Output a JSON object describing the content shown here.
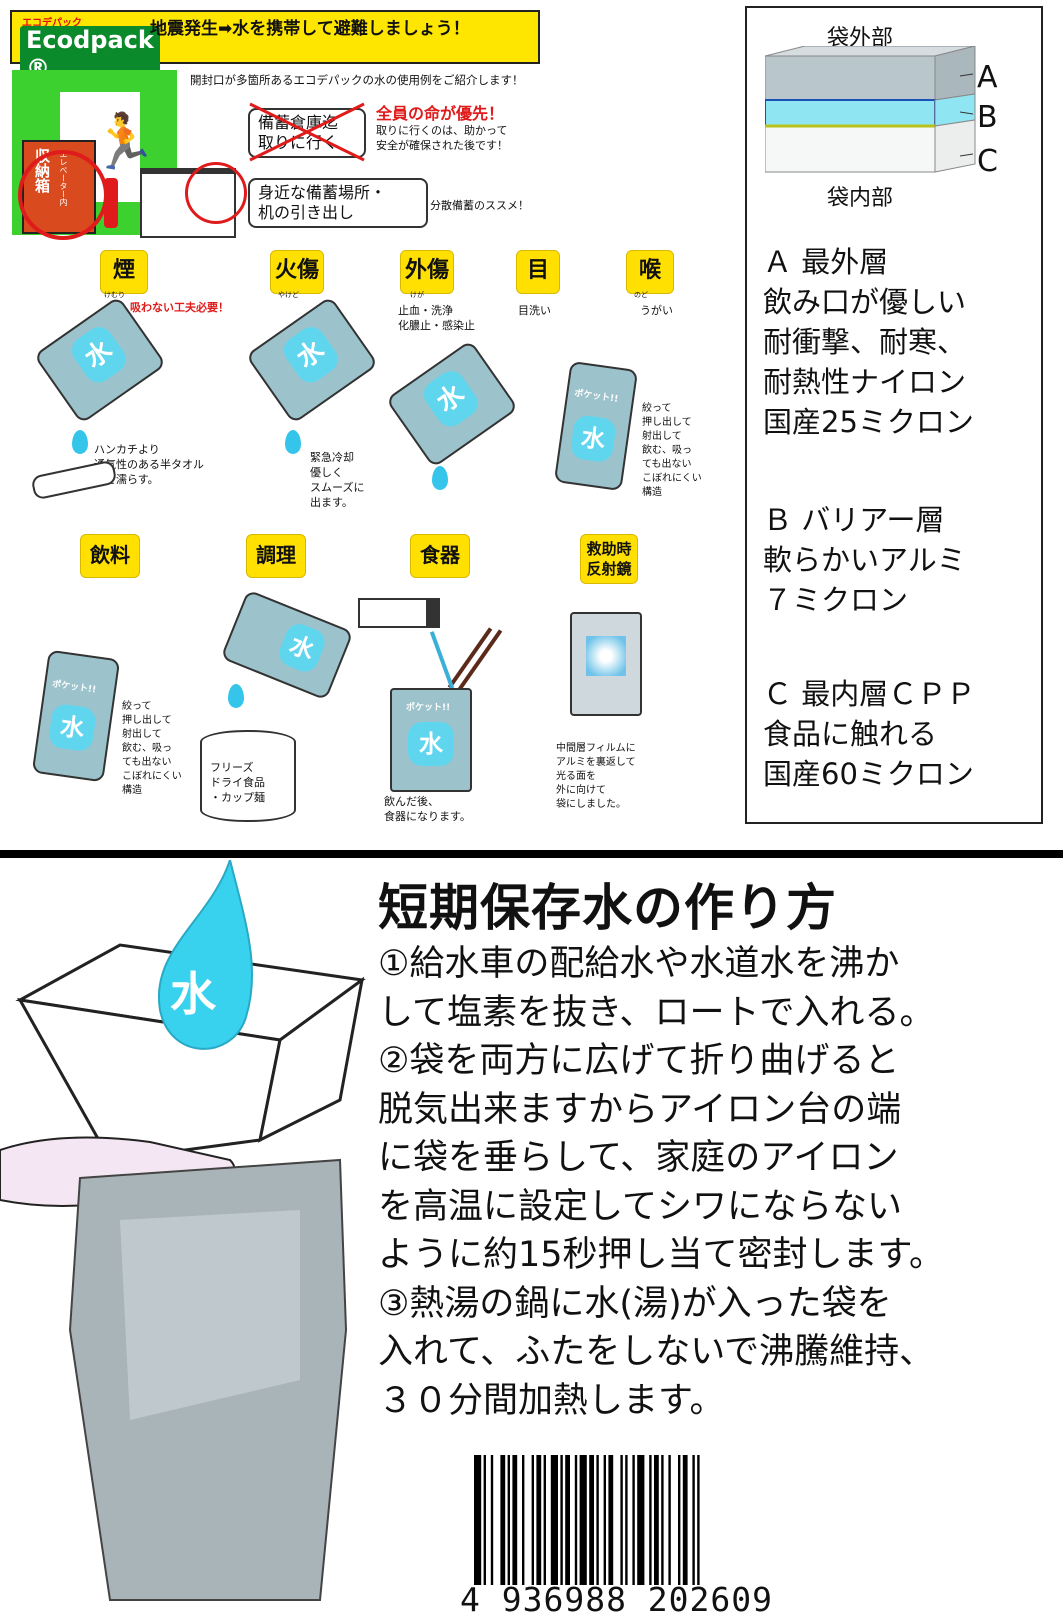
{
  "header": {
    "logo_ruby": "エコデパック",
    "logo_name": "Ecodpack ®",
    "headline": "地震発生➡水を携帯して避難しましょう！",
    "intro": "開封口が多箇所あるエコデパックの水の使用例をご紹介します！"
  },
  "scene": {
    "storehouse_label": "収納箱",
    "storehouse_sub": "エレベーター内",
    "warning_box": "備蓄倉庫迄\n取りに行く",
    "priority": "全員の命が優先！",
    "priority_note": "取りに行くのは、助かって\n安全が確保された後です！",
    "desk_box": "身近な備蓄場所・\n机の引き出し",
    "desk_note": "分散備蓄のススメ！"
  },
  "uses_row1": [
    {
      "tag": "煙",
      "ruby": "けむり",
      "title_note": "吸わない工夫必要！",
      "note": "ハンカチより\n通気性のある半タオル\n袖を濡らす。"
    },
    {
      "tag": "火傷",
      "ruby": "やけど",
      "title_note": "",
      "note": "緊急冷却\n優しく\nスムーズに\n出ます。"
    },
    {
      "tag": "外傷",
      "ruby": "けが",
      "title_note": "止血・洗浄\n化膿止・感染止",
      "note": ""
    },
    {
      "tag": "目",
      "ruby": "",
      "title_note": "目洗い",
      "note": ""
    },
    {
      "tag": "喉",
      "ruby": "のど",
      "title_note": "うがい",
      "note": "絞って\n押し出して\n射出して\n飲む、吸っ\nても出ない\nこぼれにくい\n構造"
    }
  ],
  "uses_row2": [
    {
      "tag": "飲料",
      "note": "絞って\n押し出して\n射出して\n飲む、吸っ\nても出ない\nこぼれにくい\n構造"
    },
    {
      "tag": "調理",
      "note": "フリーズ\nドライ食品\n・カップ麺"
    },
    {
      "tag": "食器",
      "note": "飲んだ後、\n食器になります。"
    },
    {
      "tag": "救助時\n反射鏡",
      "note": "中間層フィルムに\nアルミを裏返して\n光る面を\n外に向けて\n袋にしました。"
    }
  ],
  "pouch_text": "水",
  "pouch_brand": "ポケット!!",
  "layers": {
    "outside": "袋外部",
    "inside": "袋内部",
    "labels": [
      "A",
      "B",
      "C"
    ],
    "desc_a": "Ａ 最外層\n飲み口が優しい\n耐衝撃、耐寒、\n耐熱性ナイロン\n国産25ミクロン",
    "desc_b": "Ｂ バリアー層\n軟らかいアルミ\n７ミクロン",
    "desc_c": "Ｃ 最内層ＣＰＰ\n食品に触れる\n国産60ミクロン",
    "colors": {
      "a": "#b9c6cc",
      "b": "#8fe6f2",
      "c": "#f6f7f7"
    }
  },
  "bottom": {
    "title": "短期保存水の作り方",
    "drop_text": "水",
    "steps": "①給水車の配給水や水道水を沸か\nして塩素を抜き、ロートで入れる。\n②袋を両方に広げて折り曲げると\n脱気出来ますからアイロン台の端\nに袋を垂らして、家庭のアイロン\nを高温に設定してシワにならない\nように約15秒押し当て密封します。\n③熱湯の鍋に水(湯)が入った袋を\n入れて、ふたをしないで沸騰維持、\n３０分間加熱します。",
    "barcode_digits": "4 936988 202609"
  }
}
